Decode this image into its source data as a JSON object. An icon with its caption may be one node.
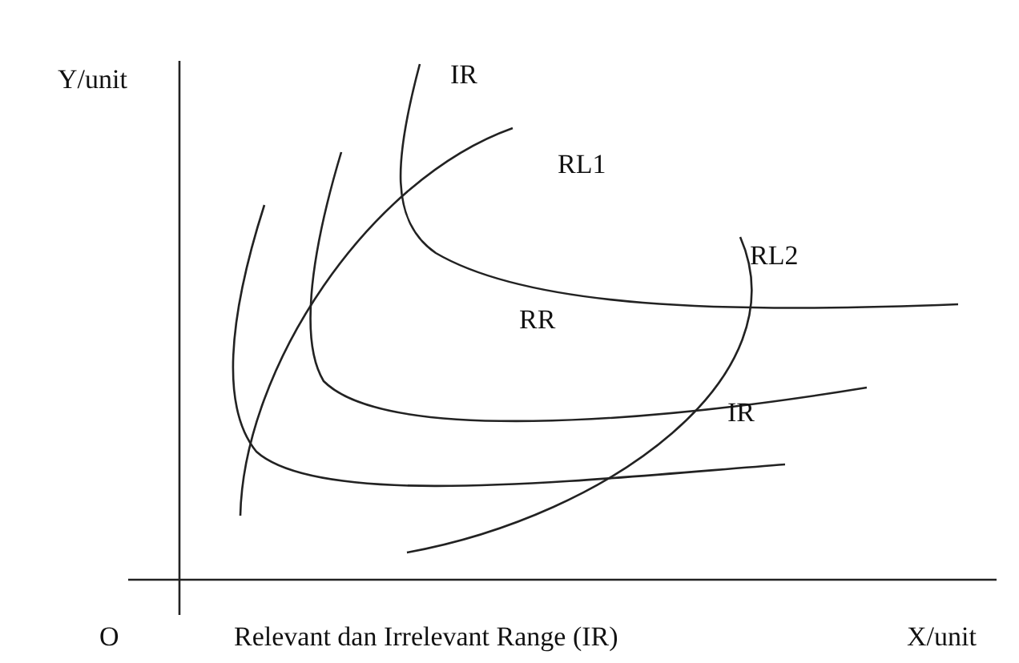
{
  "diagram": {
    "caption": "Relevant dan Irrelevant Range (IR)",
    "labels": [
      "Y/unit",
      "IR",
      "RL1",
      "RL2",
      "RR",
      "IR",
      "O",
      "X/unit"
    ]
  }
}
